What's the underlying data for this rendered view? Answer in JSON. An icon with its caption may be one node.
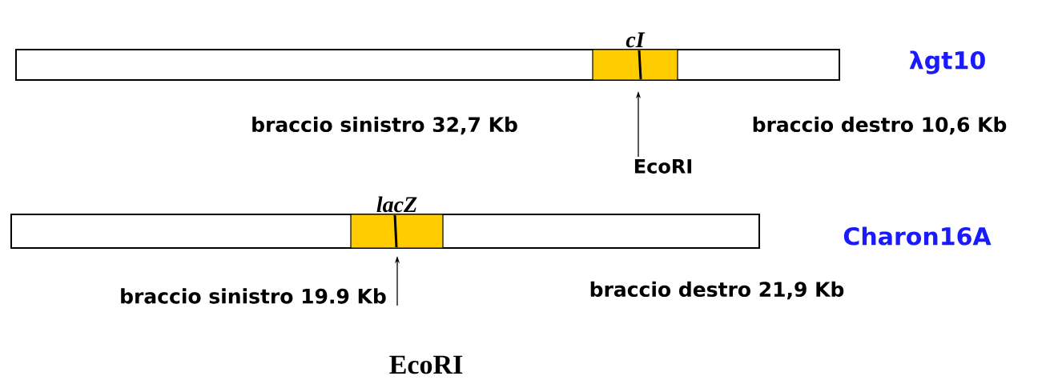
{
  "diagram": {
    "nodes": [
      {
        "text": [],
        "shape": "bar",
        "beside": [
          "λgt10"
        ]
      },
      {
        "text": [
          "cI"
        ],
        "in": 0
      },
      {
        "text": [
          "EcoRI"
        ]
      },
      {
        "text": [],
        "shape": "bar",
        "beside": [
          "Charon16A"
        ]
      },
      {
        "text": [
          "lacZ"
        ],
        "in": 3
      }
    ],
    "edges": [
      {
        "from": 2,
        "to": 1,
        "arrow": "to"
      },
      {
        "from": null,
        "to": 4,
        "arrow": "to"
      }
    ],
    "labels": [
      "braccio sinistro 32,7 Kb",
      "braccio destro 10,6 Kb",
      "braccio sinistro 19.9 Kb",
      "braccio destro 21,9 Kb",
      "EcoRI"
    ]
  }
}
